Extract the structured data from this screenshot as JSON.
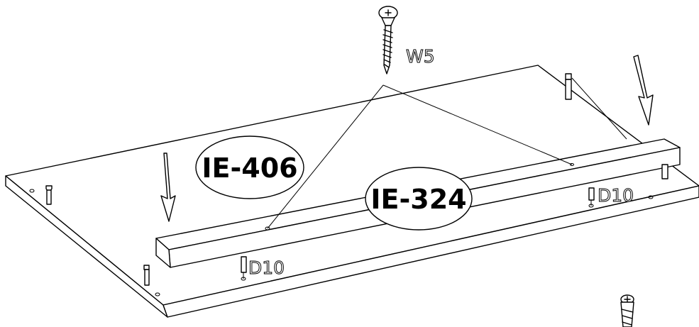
{
  "labels": {
    "panel": "IE-406",
    "rail": "IE-324",
    "screw": "W5",
    "dowel_left": "D10",
    "dowel_right": "D10"
  },
  "icons": [
    "wood-screw-icon",
    "wooden-dowel-icon",
    "confirmat-screw-icon",
    "arrow-down-icon"
  ]
}
